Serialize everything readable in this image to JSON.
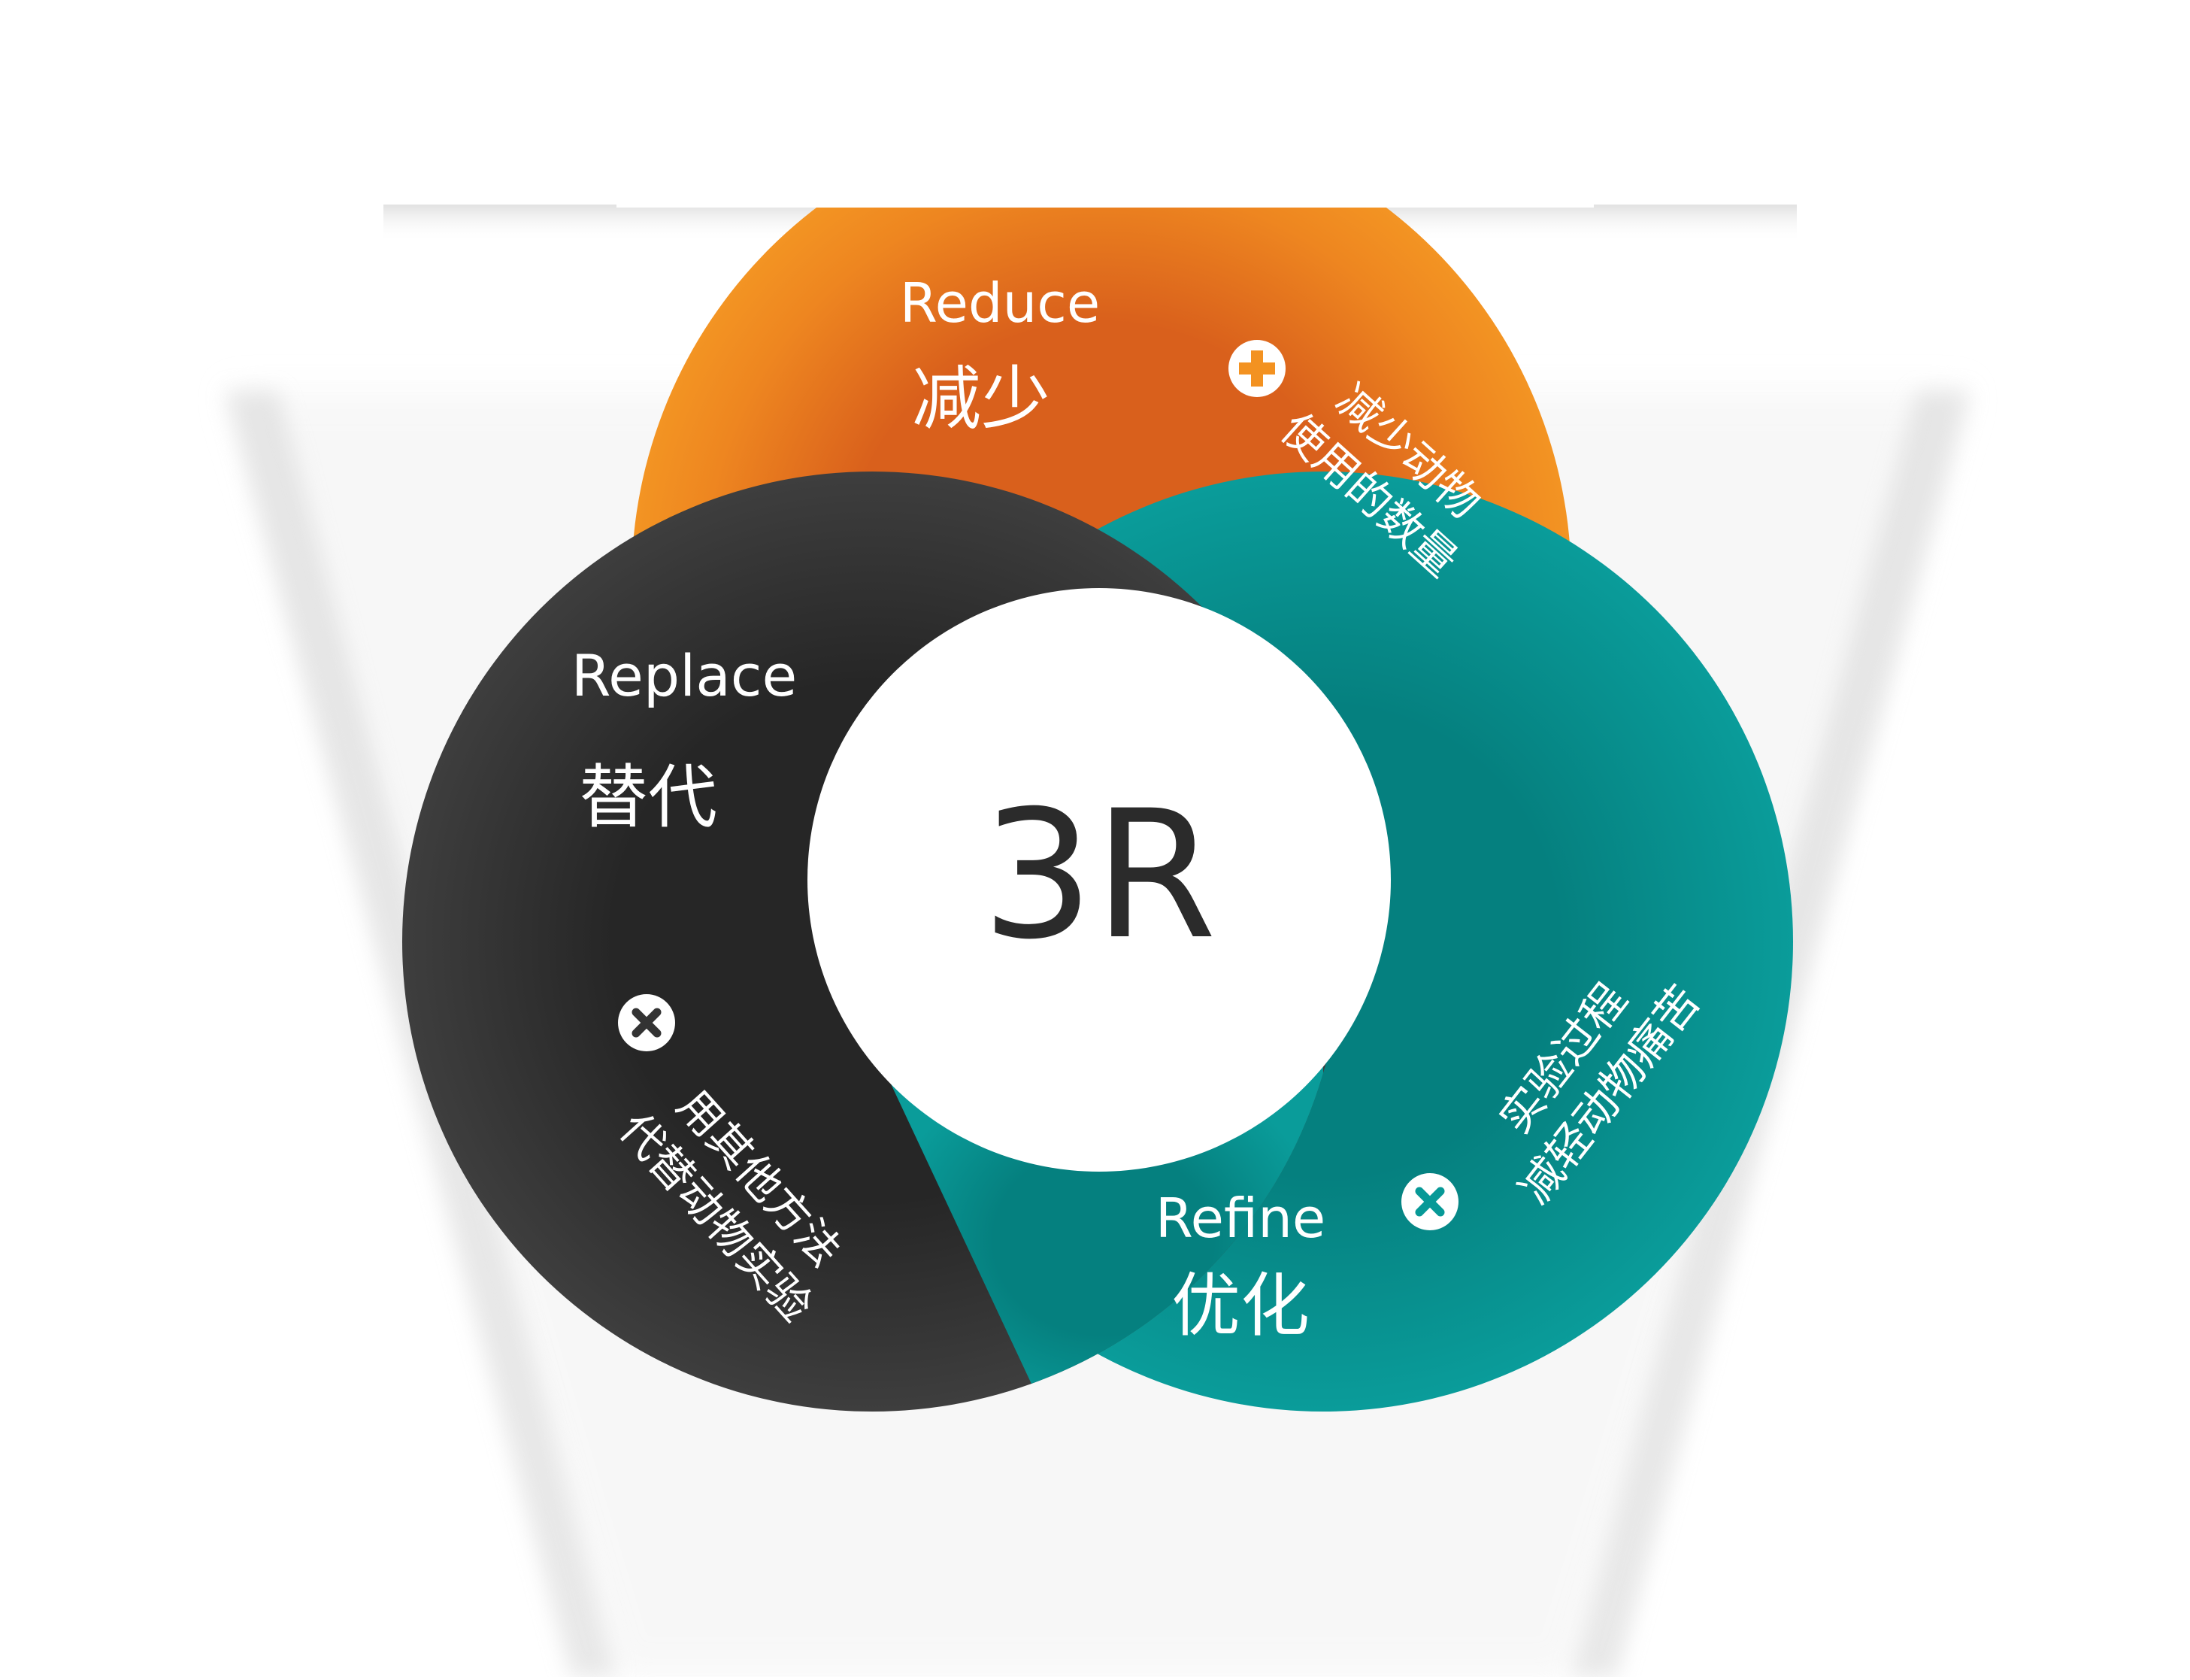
{
  "center": {
    "label": "3R"
  },
  "reduce": {
    "title_en": "Reduce",
    "title_zh": "减少",
    "desc_line1": "减少动物",
    "desc_line2": "使用的数量",
    "icon": "plus-circle-icon",
    "color": "#F39221"
  },
  "replace": {
    "title_en": "Replace",
    "title_zh": "替代",
    "desc_line1": "用其他方法",
    "desc_line2": "代替动物实验",
    "icon": "x-circle-icon",
    "color": "#3A3A3A"
  },
  "refine": {
    "title_en": "Refine",
    "title_zh": "优化",
    "desc_line1": "实验过程",
    "desc_line2": "减轻动物痛苦",
    "icon": "x-circle-icon",
    "color": "#079997"
  }
}
